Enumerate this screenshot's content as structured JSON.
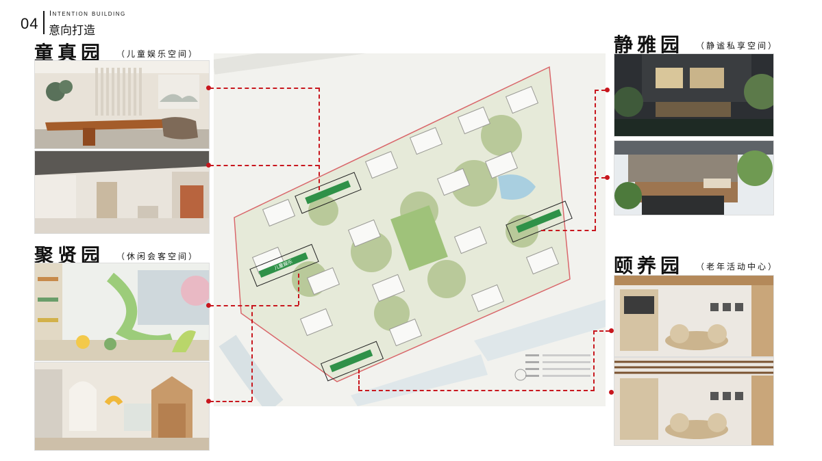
{
  "header": {
    "page_number": "04",
    "title_en": "Intention building",
    "title_cn": "意向打造"
  },
  "sections": {
    "tongzhen": {
      "title": "童真园",
      "subtitle": "（儿童娱乐空间）"
    },
    "juxian": {
      "title": "聚贤园",
      "subtitle": "（休闲会客空间）"
    },
    "jingya": {
      "title": "静雅园",
      "subtitle": "（静谧私享空间）"
    },
    "yiyang": {
      "title": "颐养园",
      "subtitle": "（老年活动中心）"
    }
  },
  "plan": {
    "zone_labels": [
      "",
      "儿童娱乐",
      "",
      ""
    ]
  },
  "colors": {
    "accent_red": "#c8161d",
    "zone_green": "#2f9148"
  }
}
